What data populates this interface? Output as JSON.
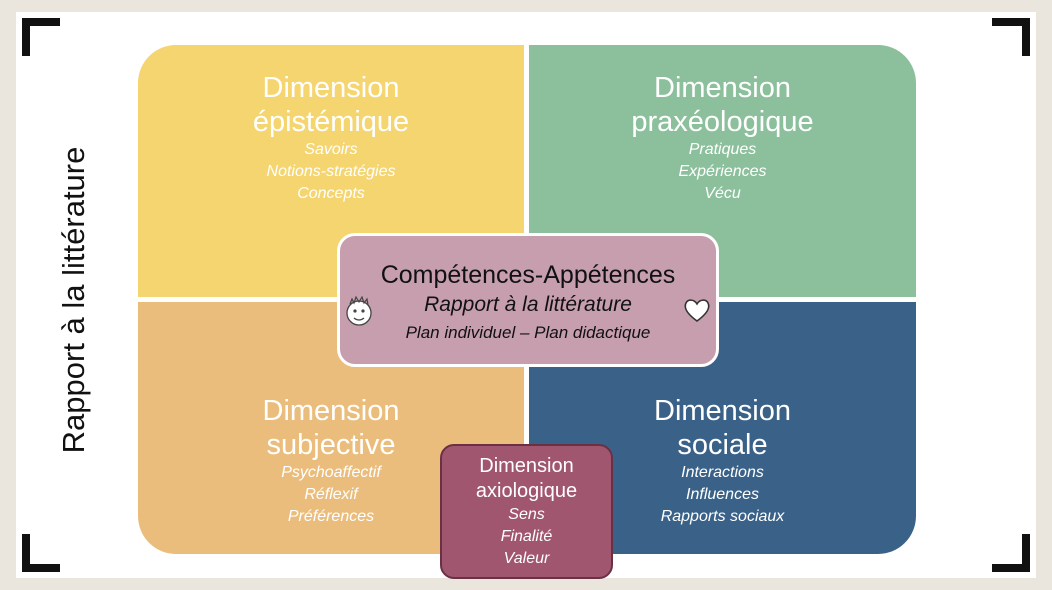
{
  "side_label": "Rapport à la littérature",
  "quadrants": {
    "epistemique": {
      "title_line1": "Dimension",
      "title_line2": "épistémique",
      "items": [
        "Savoirs",
        "Notions-stratégies",
        "Concepts"
      ],
      "color": "#f5d570"
    },
    "praxeologique": {
      "title_line1": "Dimension",
      "title_line2": "praxéologique",
      "items": [
        "Pratiques",
        "Expériences",
        "Vécu"
      ],
      "color": "#8cc09c"
    },
    "subjective": {
      "title_line1": "Dimension",
      "title_line2": "subjective",
      "items": [
        "Psychoaffectif",
        "Réflexif",
        "Préférences"
      ],
      "color": "#ebbd7c"
    },
    "sociale": {
      "title_line1": "Dimension",
      "title_line2": "sociale",
      "items": [
        "Interactions",
        "Influences",
        "Rapports sociaux"
      ],
      "color": "#3a6289"
    }
  },
  "center": {
    "title": "Compétences-Appétences",
    "subtitle": "Rapport à la littérature",
    "plan": "Plan individuel – Plan didactique",
    "color": "#c69eae",
    "left_icon": "doodle-face-icon",
    "right_icon": "heart-icon"
  },
  "axiologique": {
    "title_line1": "Dimension",
    "title_line2": "axiologique",
    "items": [
      "Sens",
      "Finalité",
      "Valeur"
    ],
    "color": "#a0566f"
  }
}
